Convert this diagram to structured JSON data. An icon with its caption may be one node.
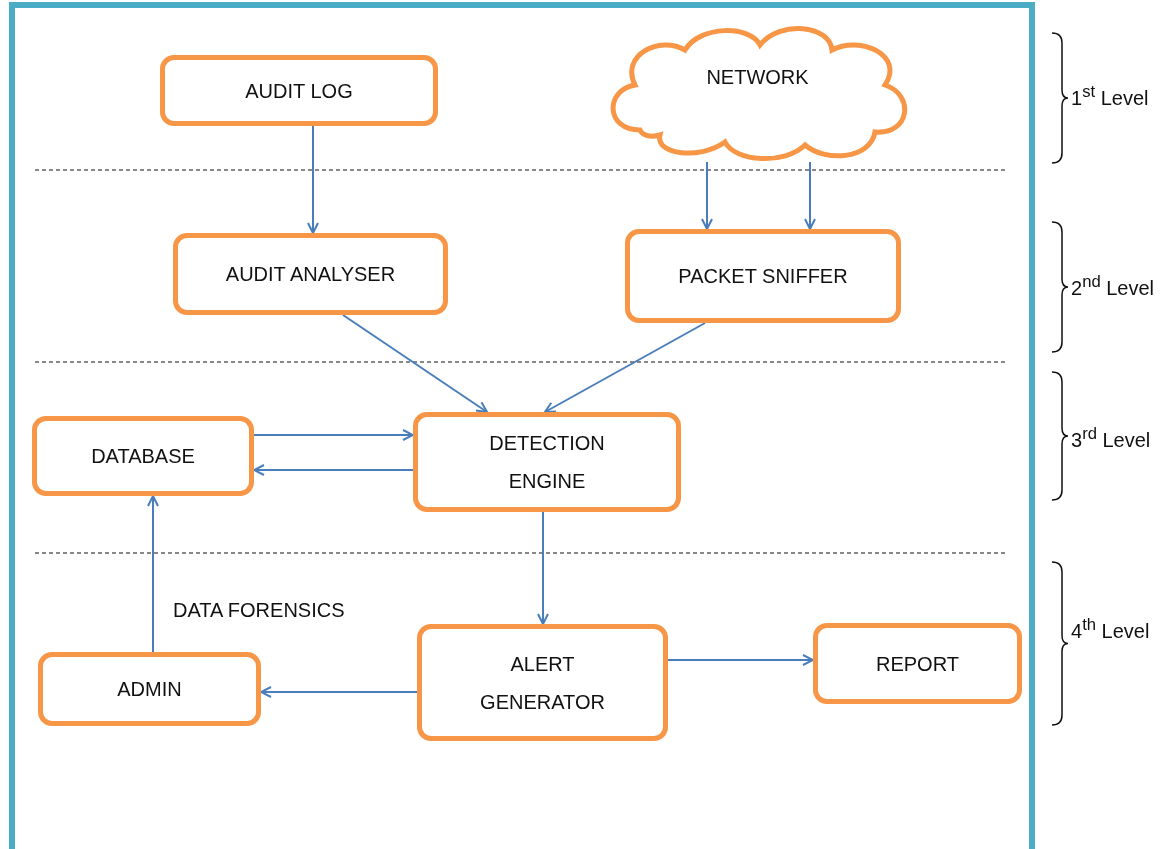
{
  "diagram": {
    "nodes": [
      {
        "text": [
          "AUDIT LOG"
        ]
      },
      {
        "text": [
          "NETWORK"
        ]
      },
      {
        "text": [
          "AUDIT ANALYSER"
        ]
      },
      {
        "text": [
          "PACKET SNIFFER"
        ]
      },
      {
        "text": [
          "DATABASE"
        ]
      },
      {
        "text": [
          "DETECTION ENGINE"
        ]
      },
      {
        "text": [
          "ADMIN"
        ]
      },
      {
        "text": [
          "ALERT GENERATOR"
        ]
      },
      {
        "text": [
          "REPORT"
        ]
      }
    ],
    "edges": [
      {
        "from": 0,
        "to": 2,
        "arrow": "to"
      },
      {
        "from": 1,
        "to": 3,
        "arrow": "to"
      },
      {
        "from": 1,
        "to": 3,
        "arrow": "to"
      },
      {
        "from": 2,
        "to": 5,
        "arrow": "to"
      },
      {
        "from": 3,
        "to": 5,
        "arrow": "to"
      },
      {
        "from": 4,
        "to": 5,
        "arrow": "to"
      },
      {
        "from": 5,
        "to": 4,
        "arrow": "to"
      },
      {
        "from": 5,
        "to": 7,
        "arrow": "to"
      },
      {
        "from": 7,
        "to": 6,
        "arrow": "to"
      },
      {
        "from": 7,
        "to": 8,
        "arrow": "to"
      },
      {
        "from": 6,
        "to": 4,
        "arrow": "to",
        "label": "DATA FORENSICS"
      }
    ],
    "labels": [
      "1$^{st}$ Level",
      "2$^{nd}$ Level",
      "3$^{rd}$ Level",
      "4$^{th}$ Level"
    ]
  }
}
